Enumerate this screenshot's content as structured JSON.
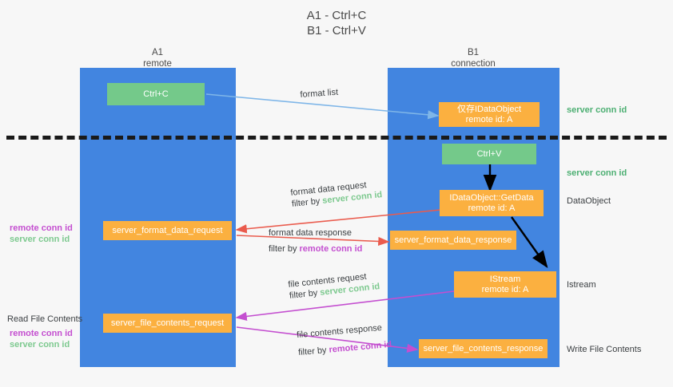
{
  "title": {
    "line1": "A1 - Ctrl+C",
    "line2": "B1 - Ctrl+V"
  },
  "colors": {
    "lane": "#4285e0",
    "green_box": "#74c98a",
    "orange_box": "#fbb040",
    "server_conn_id": "#4caf72",
    "remote_conn_id": "#c44fd0",
    "arrow_format_list": "#7fb6e8",
    "arrow_format_data": "#ea5b4d",
    "arrow_file_contents": "#c44fd0",
    "arrow_internal": "#000000",
    "background": "#f7f7f7"
  },
  "lanes": [
    {
      "id": "a1",
      "title": "A1",
      "subtitle": "remote"
    },
    {
      "id": "b1",
      "title": "B1",
      "subtitle": "connection"
    }
  ],
  "boxes": {
    "ctrl_c": {
      "label": "Ctrl+C",
      "style": "green"
    },
    "idataobject": {
      "line1": "仅存IDataObject",
      "line2": "remote id: A",
      "style": "orange"
    },
    "ctrl_v": {
      "label": "Ctrl+V",
      "style": "green"
    },
    "getdata": {
      "line1": "IDataObject::GetData",
      "line2": "remote id: A",
      "style": "orange"
    },
    "istream": {
      "line1": "IStream",
      "line2": "remote id: A",
      "style": "orange"
    },
    "server_format_data_request": {
      "label": "server_format_data_request",
      "style": "orange"
    },
    "server_format_data_response": {
      "label": "server_format_data_response",
      "style": "orange"
    },
    "server_file_contents_request": {
      "label": "server_file_contents_request",
      "style": "orange"
    },
    "server_file_contents_response": {
      "label": "server_file_contents_response",
      "style": "orange"
    }
  },
  "edge_labels": {
    "format_list": "format list",
    "format_data_request": "format data request",
    "format_data_request_filter_prefix": "filter by ",
    "format_data_request_filter_value": "server conn id",
    "format_data_response": "format data response",
    "format_data_response_filter_prefix": "filter by ",
    "format_data_response_filter_value": "remote conn id",
    "file_contents_request": "file contents request",
    "file_contents_request_filter_prefix": "filter by ",
    "file_contents_request_filter_value": "server conn id",
    "file_contents_response": "file contents response",
    "file_contents_response_filter_prefix": "filter by ",
    "file_contents_response_filter_value": "remote conn id"
  },
  "side_labels": {
    "right_server_conn_id_top": "server conn id",
    "right_server_conn_id_mid": "server conn id",
    "right_dataobject": "DataObject",
    "right_istream": "Istream",
    "right_write_file_contents": "Write File Contents",
    "left_remote_conn_id_1": "remote conn id",
    "left_server_conn_id_1": "server conn id",
    "left_read_file_contents": "Read File Contents",
    "left_remote_conn_id_2": "remote conn id",
    "left_server_conn_id_2": "server conn id"
  }
}
